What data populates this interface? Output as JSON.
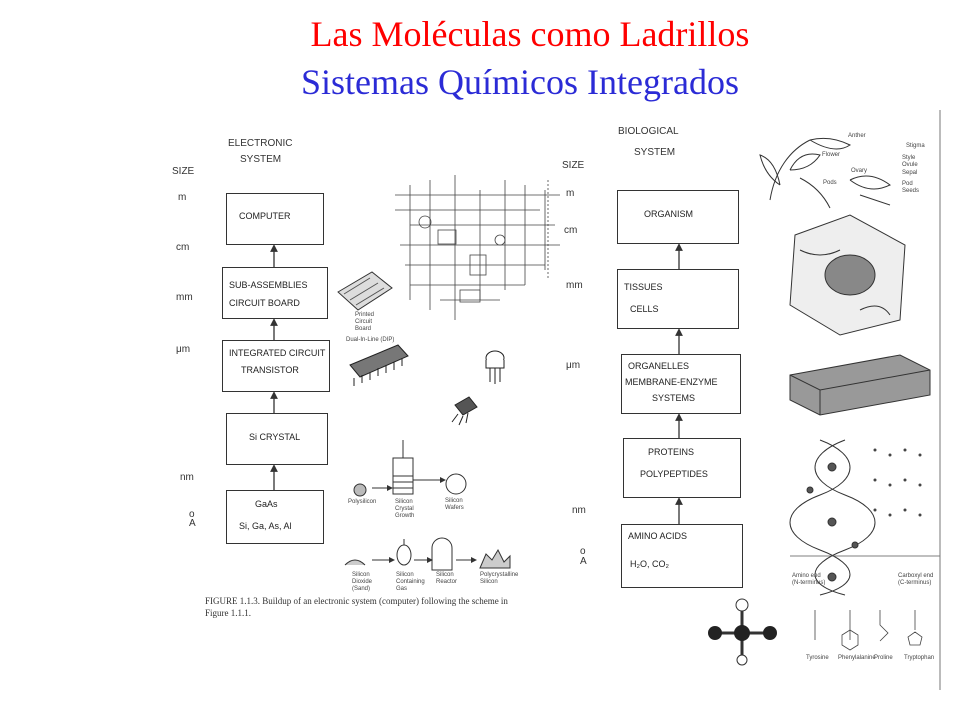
{
  "title": {
    "line1": "Las Moléculas como Ladrillos",
    "line2": "Sistemas Químicos Integrados"
  },
  "colors": {
    "line1": "#ff0000",
    "line2": "#2b2bd6"
  },
  "electronic": {
    "heading1": "ELECTRONIC",
    "heading2": "SYSTEM",
    "size_label": "SIZE",
    "sizes": [
      "m",
      "cm",
      "mm",
      "μm",
      "nm",
      "o",
      "A"
    ],
    "boxes": [
      [
        "COMPUTER"
      ],
      [
        "SUB-ASSEMBLIES",
        "CIRCUIT BOARD"
      ],
      [
        "INTEGRATED CIRCUIT",
        "TRANSISTOR"
      ],
      [
        "Si CRYSTAL"
      ],
      [
        "GaAs",
        "Si, Ga, As, Al"
      ]
    ],
    "illustration_labels": {
      "printed": [
        "Printed",
        "Circuit",
        "Board"
      ],
      "dip": "Dual-In-Line (DIP)",
      "polysilicon": "Polysilicon",
      "crystal_growth": [
        "Silicon",
        "Crystal",
        "Growth"
      ],
      "wafers": [
        "Silicon",
        "Wafers"
      ],
      "process": [
        [
          "Silicon",
          "Dioxide",
          "(Sand)"
        ],
        [
          "Silicon",
          "Containing",
          "Gas"
        ],
        [
          "Silicon",
          "Reactor"
        ],
        [
          "Polycrystalline",
          "Silicon"
        ]
      ]
    },
    "caption1": "FIGURE 1.1.3.  Buildup of an electronic system (computer) following the scheme in",
    "caption2": "Figure 1.1.1."
  },
  "biological": {
    "heading1": "BIOLOGICAL",
    "heading2": "SYSTEM",
    "size_label": "SIZE",
    "sizes": [
      "m",
      "cm",
      "mm",
      "μm",
      "nm",
      "o",
      "A"
    ],
    "boxes": [
      [
        "ORGANISM"
      ],
      [
        "TISSUES",
        "CELLS"
      ],
      [
        "ORGANELLES",
        "MEMBRANE-ENZYME",
        "SYSTEMS"
      ],
      [
        "PROTEINS",
        "POLYPEPTIDES"
      ],
      [
        "AMINO ACIDS",
        "H₂O, CO₂"
      ]
    ],
    "flower_labels": [
      "Anther",
      "Stigma",
      "Flower",
      "Style",
      "Ovule",
      "Ovary",
      "Sepal",
      "Pod",
      "Pods",
      "Seeds"
    ],
    "peptide_labels": [
      "Amino end",
      "(N-terminus)",
      "Carboxyl end",
      "(C-terminus)"
    ],
    "amino_labels": [
      "Tyrosine",
      "Phenylalanine",
      "Proline",
      "Tryptophan"
    ]
  }
}
